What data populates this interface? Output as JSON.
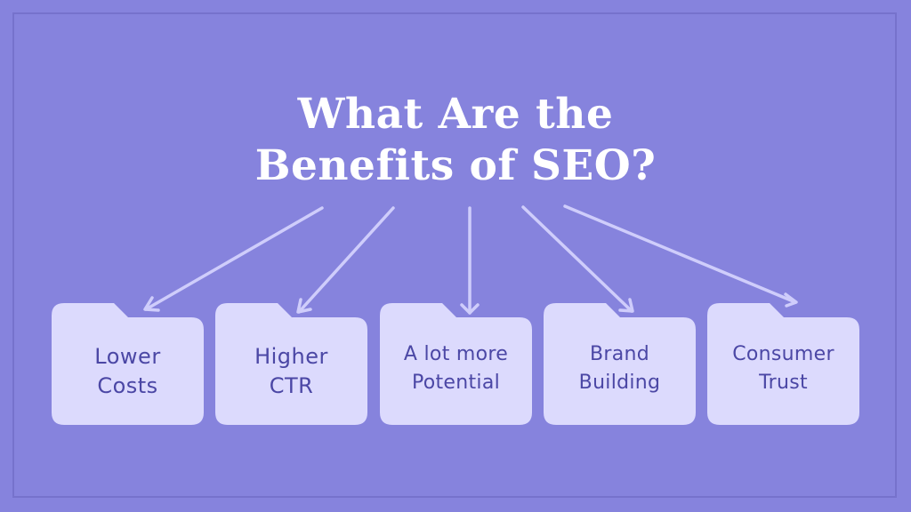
{
  "title": {
    "line1": "What Are the",
    "line2": "Benefits of SEO?"
  },
  "colors": {
    "background": "#8683dd",
    "frame": "#7672cc",
    "title_text": "#ffffff",
    "folder_fill": "#dcdafd",
    "folder_text": "#4b47a5",
    "arrow": "#cfcdfb"
  },
  "benefits": [
    {
      "line1": "Lower",
      "line2": "Costs",
      "icon": "folder-icon"
    },
    {
      "line1": "Higher",
      "line2": "CTR",
      "icon": "folder-icon"
    },
    {
      "line1": "A lot more",
      "line2": "Potential",
      "icon": "folder-icon"
    },
    {
      "line1": "Brand",
      "line2": "Building",
      "icon": "folder-icon"
    },
    {
      "line1": "Consumer",
      "line2": "Trust",
      "icon": "folder-icon"
    }
  ]
}
